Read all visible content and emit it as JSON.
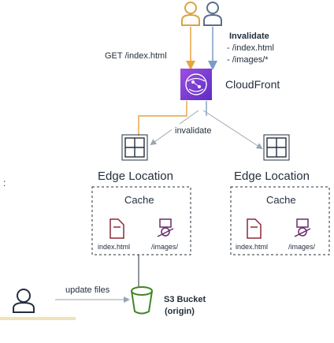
{
  "labels": {
    "get_request": "GET /index.html",
    "invalidate_title": "Invalidate",
    "invalidate_path1": "- /index.html",
    "invalidate_path2": "- /images/*",
    "cloudfront": "CloudFront",
    "invalidate_small": "invalidate",
    "edge_left": "Edge Location",
    "edge_right": "Edge Location",
    "cache_left": "Cache",
    "cache_right": "Cache",
    "file_index_left": "index.html",
    "file_images_left": "/images/",
    "file_index_right": "index.html",
    "file_images_right": "/images/",
    "update_files": "update files",
    "s3_bucket": "S3 Bucket",
    "s3_origin": "(origin)"
  },
  "colors": {
    "ink": "#232f3e",
    "user_orange": "#d9a441",
    "user_blue": "#5a6e8c",
    "cloudfront_top": "#9d4fe0",
    "cloudfront_bottom": "#5b2dc4",
    "s3_green": "#3f8624",
    "doc_red": "#8a2a36",
    "arrow_blue": "#7a9cc6",
    "arrow_orange": "#e8a33d",
    "line_gray": "#9aa4b1",
    "pale_left": "#f1e2b8"
  }
}
